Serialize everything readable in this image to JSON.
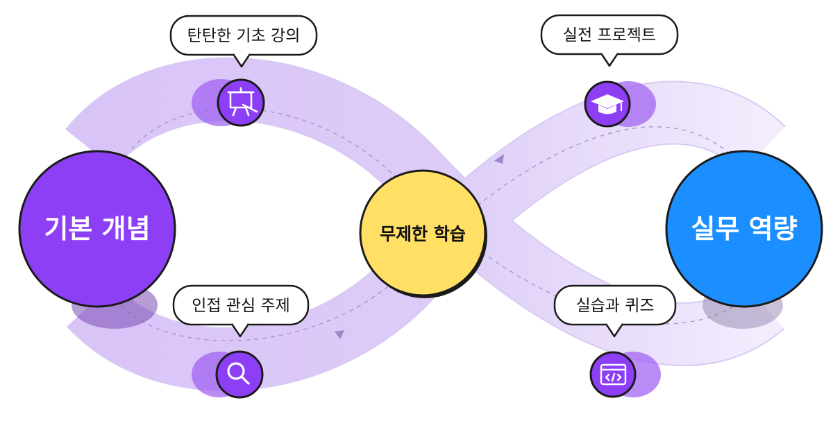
{
  "diagram": {
    "nodes": {
      "left": {
        "label": "기본 개념",
        "color": "#8d3ff5"
      },
      "center": {
        "label": "무제한 학습",
        "color": "#ffe065"
      },
      "right": {
        "label": "실무 역량",
        "color": "#1b8fff"
      }
    },
    "stages": {
      "top_left": {
        "label": "탄탄한 기초 강의",
        "icon": "presentation-board-icon"
      },
      "bottom_left": {
        "label": "인접 관심 주제",
        "icon": "magnifier-icon"
      },
      "top_right": {
        "label": "실전 프로젝트",
        "icon": "graduation-cap-icon"
      },
      "bottom_right": {
        "label": "실습과 퀴즈",
        "icon": "code-window-icon"
      }
    },
    "colors": {
      "accent": "#8d3ff5",
      "band_dark": "#d8c7f6",
      "band_light": "#ece3fb",
      "outline": "#1a1a1a"
    }
  }
}
